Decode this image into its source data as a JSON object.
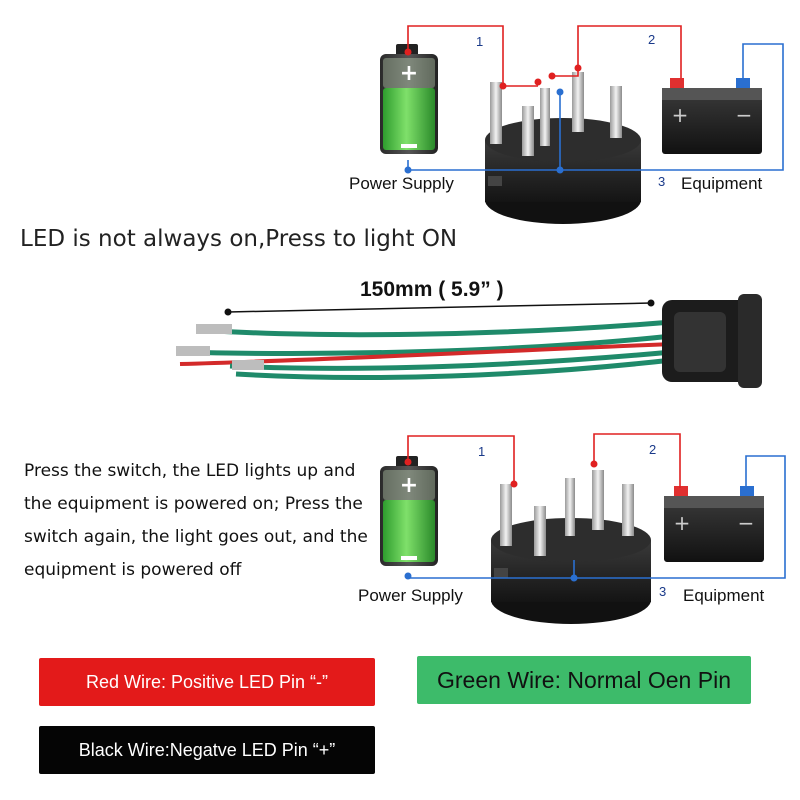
{
  "top_diagram": {
    "power_supply_label": "Power Supply",
    "equipment_label": "Equipment",
    "wire_numbers": [
      "1",
      "2",
      "3"
    ]
  },
  "led_note": "LED is not always on,Press to light ON",
  "harness": {
    "length_label": "150mm ( 5.9” )"
  },
  "bottom_diagram": {
    "description": "Press the switch, the LED lights up and the equipment is powered on; Press the switch again, the light goes out, and the equipment is powered off",
    "power_supply_label": "Power Supply",
    "equipment_label": "Equipment",
    "wire_numbers": [
      "1",
      "2",
      "3"
    ]
  },
  "legend": {
    "red_wire": "Red  Wire: Positive LED Pin  “-”",
    "green_wire": "Green  Wire: Normal Oen Pin",
    "black_wire": "Black  Wire:Negatve  LED Pin  “+”"
  },
  "colors": {
    "red_box": "#e31a1a",
    "green_box": "#3dbb6a",
    "black_box": "#050505",
    "wire_red": "#e02020",
    "wire_blue": "#2a6fd0"
  },
  "icons": [
    "battery-icon",
    "car-battery-icon",
    "rocker-switch-icon",
    "wire-harness-icon"
  ]
}
